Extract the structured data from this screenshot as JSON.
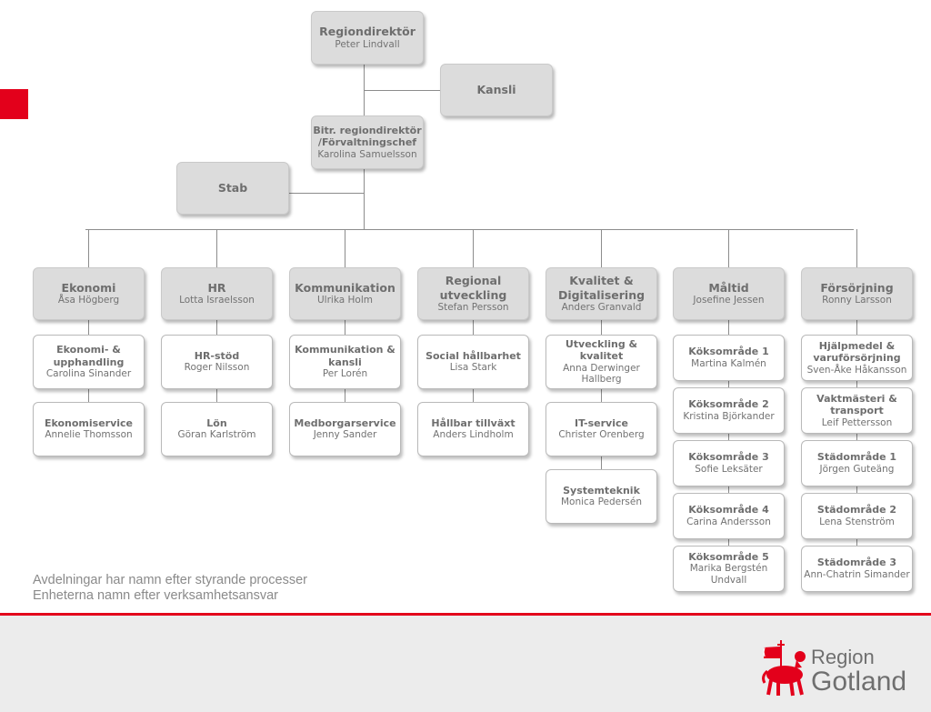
{
  "orgchart": {
    "top": {
      "title": "Regiondirektör",
      "name": "Peter Lindvall"
    },
    "kansli": {
      "title": "Kansli"
    },
    "deputy": {
      "title": "Bitr. regiondirektör /Förvaltningschef",
      "name": "Karolina Samuelsson"
    },
    "stab": {
      "title": "Stab"
    },
    "departments": [
      {
        "title": "Ekonomi",
        "name": "Åsa Högberg",
        "units": [
          {
            "title": "Ekonomi- & upphandling",
            "name": "Carolina Sinander"
          },
          {
            "title": "Ekonomiservice",
            "name": "Annelie Thomsson"
          }
        ]
      },
      {
        "title": "HR",
        "name": "Lotta Israelsson",
        "units": [
          {
            "title": "HR-stöd",
            "name": "Roger Nilsson"
          },
          {
            "title": "Lön",
            "name": "Göran Karlström"
          }
        ]
      },
      {
        "title": "Kommunikation",
        "name": "Ulrika Holm",
        "units": [
          {
            "title": "Kommunikation & kansli",
            "name": "Per Lorén"
          },
          {
            "title": "Medborgarservice",
            "name": "Jenny Sander"
          }
        ]
      },
      {
        "title": "Regional utveckling",
        "name": "Stefan Persson",
        "units": [
          {
            "title": "Social hållbarhet",
            "name": "Lisa Stark"
          },
          {
            "title": "Hållbar tillväxt",
            "name": "Anders Lindholm"
          }
        ]
      },
      {
        "title": "Kvalitet & Digitalisering",
        "name": "Anders Granvald",
        "units": [
          {
            "title": "Utveckling & kvalitet",
            "name": "Anna Derwinger Hallberg"
          },
          {
            "title": "IT-service",
            "name": "Christer Orenberg"
          },
          {
            "title": "Systemteknik",
            "name": "Monica Pedersén"
          }
        ]
      },
      {
        "title": "Måltid",
        "name": "Josefine Jessen",
        "units": [
          {
            "title": "Köksområde 1",
            "name": "Martina Kalmén"
          },
          {
            "title": "Köksområde 2",
            "name": "Kristina Björkander"
          },
          {
            "title": "Köksområde 3",
            "name": "Sofie Leksäter"
          },
          {
            "title": "Köksområde 4",
            "name": "Carina Andersson"
          },
          {
            "title": "Köksområde 5",
            "name": "Marika Bergstén Undvall"
          }
        ]
      },
      {
        "title": "Försörjning",
        "name": "Ronny Larsson",
        "units": [
          {
            "title": "Hjälpmedel & varuförsörjning",
            "name": "Sven-Åke Håkansson"
          },
          {
            "title": "Vaktmästeri & transport",
            "name": "Leif Pettersson"
          },
          {
            "title": "Städområde 1",
            "name": "Jörgen Guteäng"
          },
          {
            "title": "Städområde 2",
            "name": "Lena Stenström"
          },
          {
            "title": "Städområde 3",
            "name": "Ann-Chatrin Simander"
          }
        ]
      }
    ]
  },
  "footnote": {
    "line1": "Avdelningar har namn efter styrande processer",
    "line2": "Enheterna namn efter verksamhetsansvar"
  },
  "logo": {
    "line1": "Region",
    "line2": "Gotland",
    "color": "#e3001b"
  },
  "colors": {
    "accent": "#e3001b",
    "dept_box": "#dcdcdc",
    "unit_box": "#ffffff"
  }
}
